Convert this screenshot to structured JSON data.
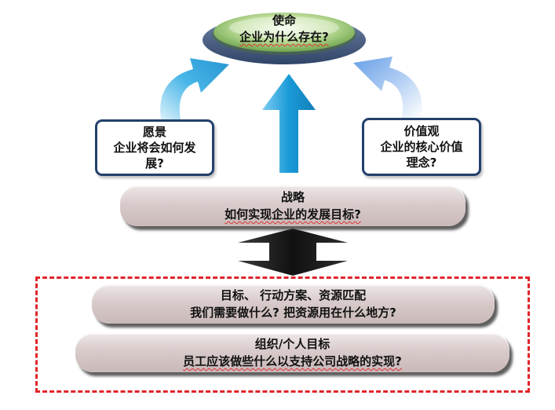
{
  "mission": {
    "title": "使命",
    "question": "企业为什么存在?"
  },
  "vision": {
    "title": "愿景",
    "question_line1": "企业将会如何发",
    "question_line2": "展?"
  },
  "values": {
    "title": "价值观",
    "question_line1": "企业的核心价值",
    "question_line2": "理念?"
  },
  "strategy": {
    "title": "战略",
    "question": "如何实现企业的发展目标?"
  },
  "goals": {
    "title": "目标、 行动方案、资源匹配",
    "question": "我们需要做什么? 把资源用在什么地方?"
  },
  "organization": {
    "title": "组织/个人目标",
    "question": "员工应该做些什么以支持公司战略的实现?"
  },
  "colors": {
    "box_border": "#22406b",
    "dashed_border": "#e0242a",
    "arrow_blue": "#1e9ed8",
    "arrow_lightblue": "#6aa6e6",
    "disc_green": "#8fc06a",
    "pill_fill": "#d9cbcb"
  },
  "icons": [
    "curved-arrow",
    "up-arrow",
    "double-headed-arrow",
    "mission-disc"
  ]
}
